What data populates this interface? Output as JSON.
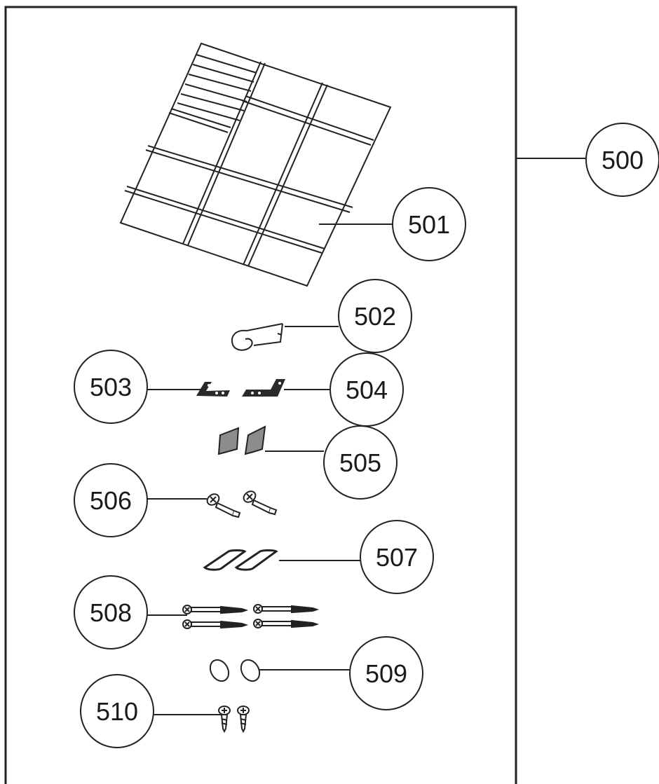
{
  "diagram": {
    "callouts": {
      "c500": "500",
      "c501": "501",
      "c502": "502",
      "c503": "503",
      "c504": "504",
      "c505": "505",
      "c506": "506",
      "c507": "507",
      "c508": "508",
      "c509": "509",
      "c510": "510"
    }
  }
}
